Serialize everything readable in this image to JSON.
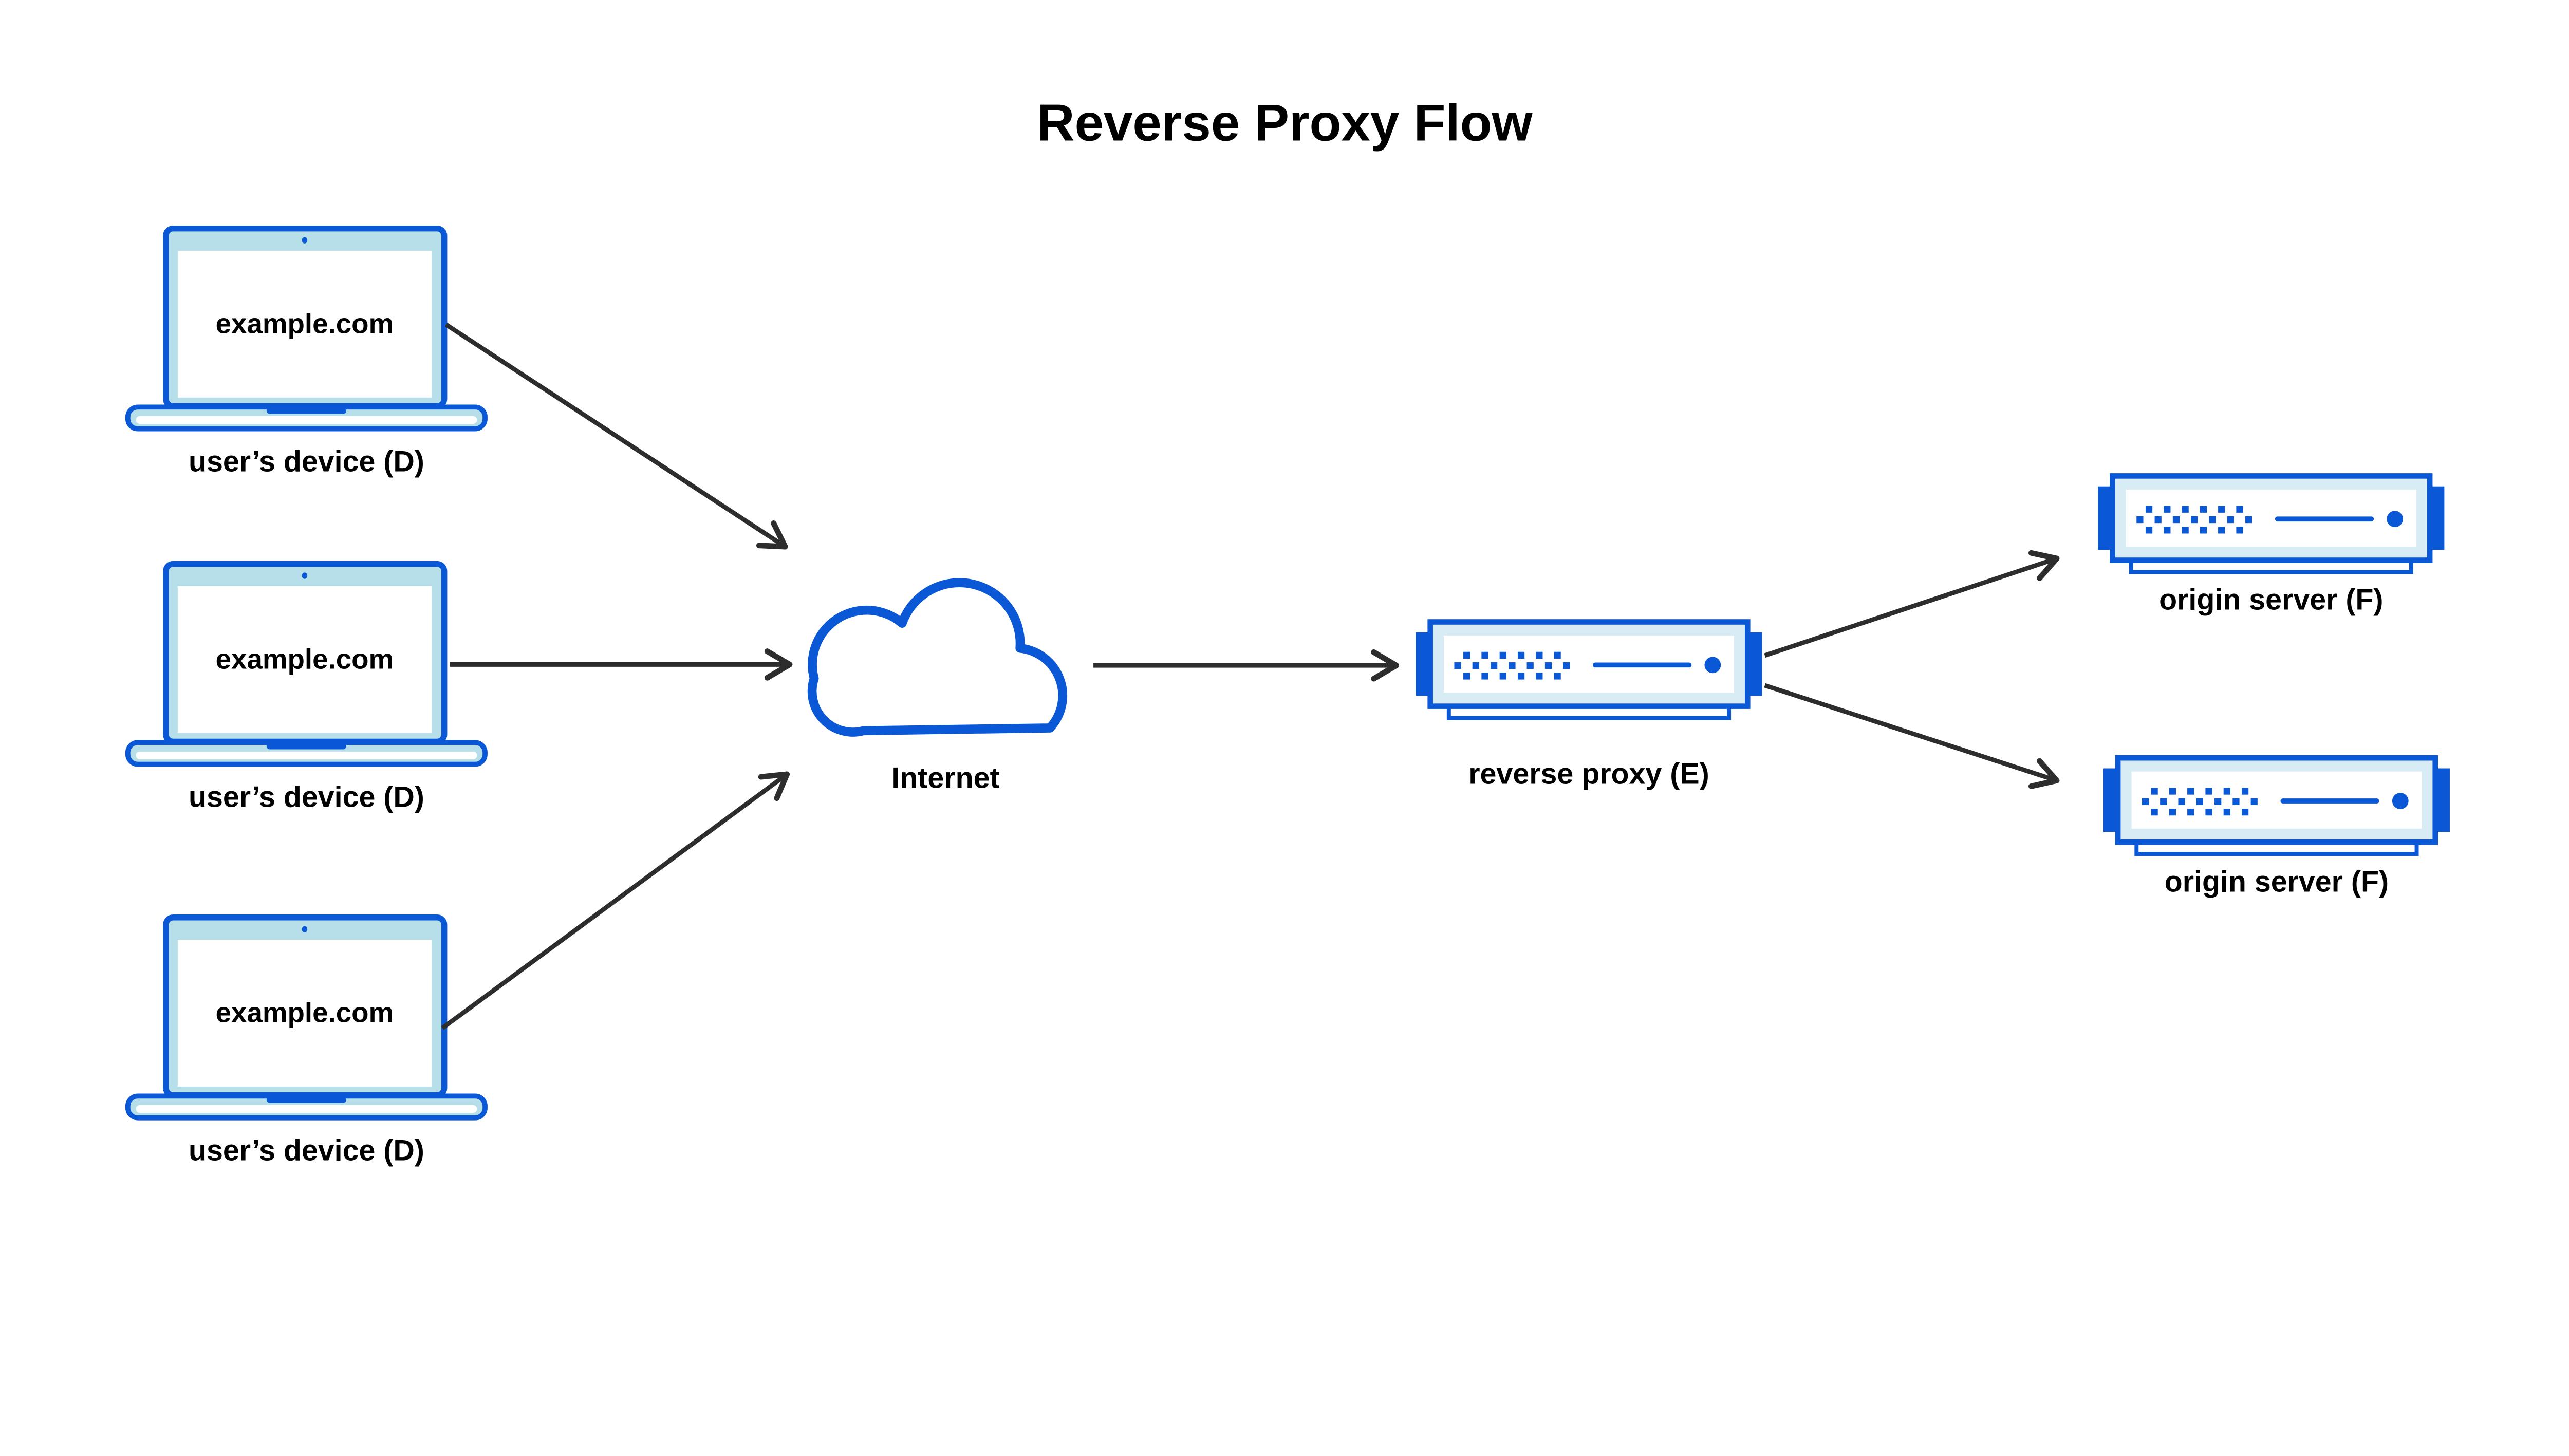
{
  "title": "Reverse Proxy Flow",
  "icons": {
    "device": "laptop-icon",
    "internet": "cloud-icon",
    "reverse_proxy": "server-icon",
    "origin_server": "server-icon",
    "connector": "arrow-icon"
  },
  "nodes": {
    "devices": [
      {
        "screen": "example.com",
        "label": "user’s device (D)"
      },
      {
        "screen": "example.com",
        "label": "user’s device (D)"
      },
      {
        "screen": "example.com",
        "label": "user’s device (D)"
      }
    ],
    "internet": {
      "label": "Internet"
    },
    "reverse_proxy": {
      "label": "reverse proxy (E)"
    },
    "origin_servers": [
      {
        "label": "origin server (F)"
      },
      {
        "label": "origin server (F)"
      }
    ]
  },
  "colors": {
    "primary_blue": "#0a58d6",
    "laptop_fill": "#b7dfea",
    "server_fill": "#d8ecf5",
    "arrow": "#2d2d2d",
    "text": "#000000",
    "background": "#ffffff"
  }
}
